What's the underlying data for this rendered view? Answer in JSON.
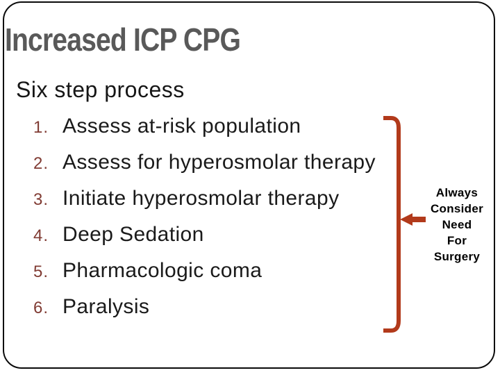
{
  "slide": {
    "title": "Increased ICP CPG",
    "subtitle": "Six step process",
    "steps": [
      {
        "num": "1.",
        "text": "Assess at-risk population"
      },
      {
        "num": "2.",
        "text": "Assess for hyperosmolar therapy"
      },
      {
        "num": "3.",
        "text": "Initiate hyperosmolar therapy"
      },
      {
        "num": "4.",
        "text": "Deep Sedation"
      },
      {
        "num": "5.",
        "text": "Pharmacologic coma"
      },
      {
        "num": "6.",
        "text": "Paralysis"
      }
    ],
    "callout": {
      "lines": [
        "Always",
        "Consider",
        "Need",
        "For",
        "Surgery"
      ]
    },
    "colors": {
      "title_gray": "#595959",
      "body_text": "#1a1a1a",
      "step_number_maroon": "#803b33",
      "brace_brick_red": "#b23a1b",
      "callout_black": "#000000",
      "frame_border": "#0a0a0a",
      "background": "#ffffff"
    }
  }
}
